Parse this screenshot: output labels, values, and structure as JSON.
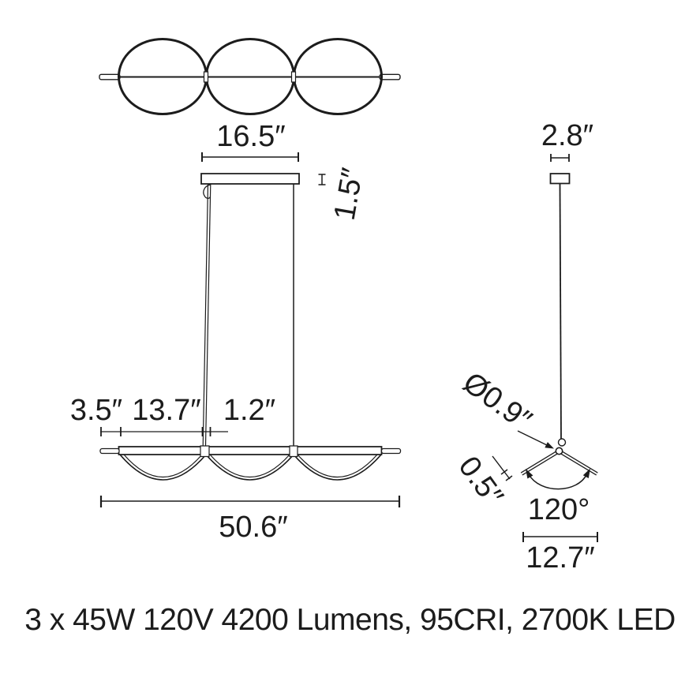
{
  "colors": {
    "ink": "#1c1c1c",
    "background": "#ffffff"
  },
  "front_view": {
    "canopy_width": "16.5″",
    "canopy_height": "1.5″",
    "left_offset": "3.5″",
    "suspension_span": "13.7″",
    "cable_inset": "1.2″",
    "overall_width": "50.6″"
  },
  "side_view": {
    "canopy_width": "2.8″",
    "stem_diameter": "Ø0.9″",
    "blade_thickness": "0.5″",
    "blade_angle": "120°",
    "overall_depth": "12.7″"
  },
  "caption": "3 x 45W 120V 4200 Lumens, 95CRI, 2700K LED"
}
